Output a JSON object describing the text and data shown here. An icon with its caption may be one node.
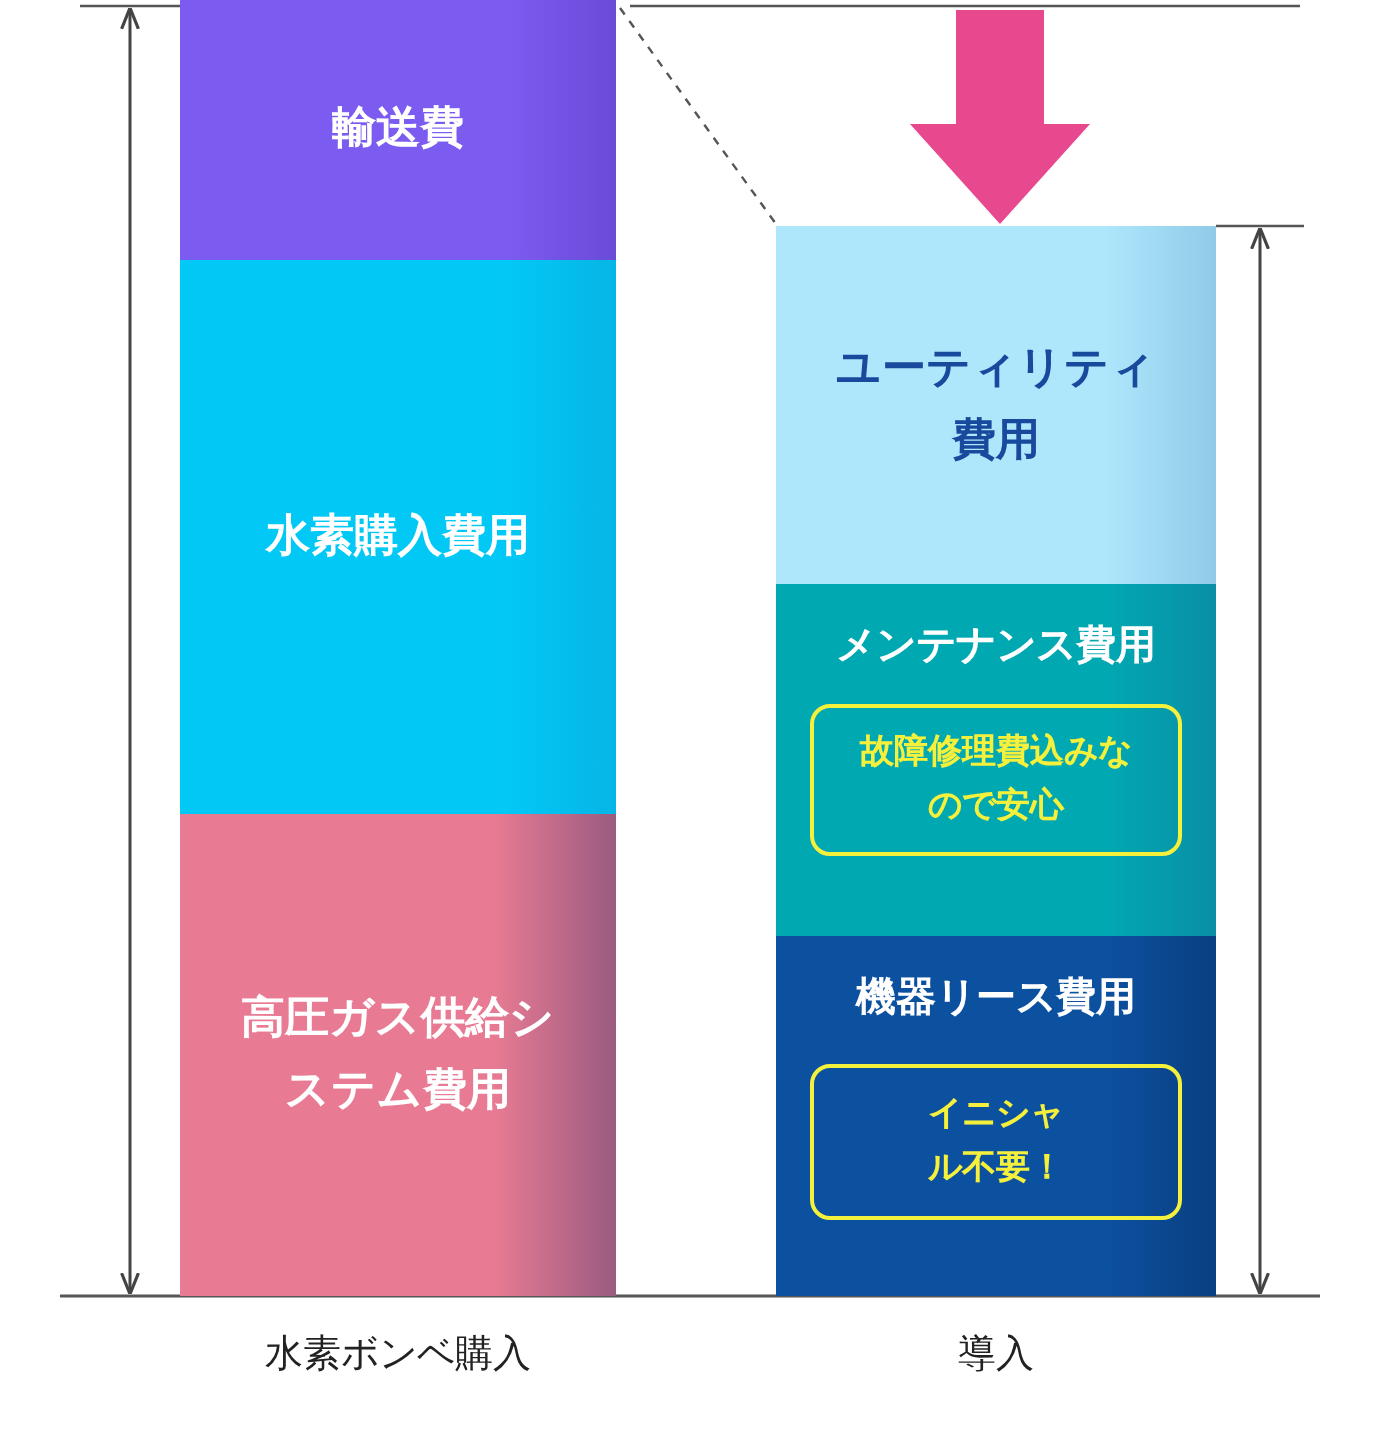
{
  "diagram": {
    "nodes": [
      {
        "text": [
          "輸送費"
        ]
      },
      {
        "text": [
          "水素購入費用"
        ]
      },
      {
        "text": [
          "高圧ガス供給システム費用"
        ]
      },
      {
        "text": [
          "ユーティリティ費用"
        ]
      },
      {
        "text": [
          "メンテナンス費用"
        ]
      },
      {
        "text": [
          "故障修理費込みなので安心"
        ],
        "in": 4
      },
      {
        "text": [
          "機器リース費用"
        ]
      },
      {
        "text": [
          "イニシャル不要！"
        ],
        "in": 6
      }
    ],
    "edges": [],
    "labels": [
      "水素ボンベ購入",
      "導入"
    ]
  }
}
